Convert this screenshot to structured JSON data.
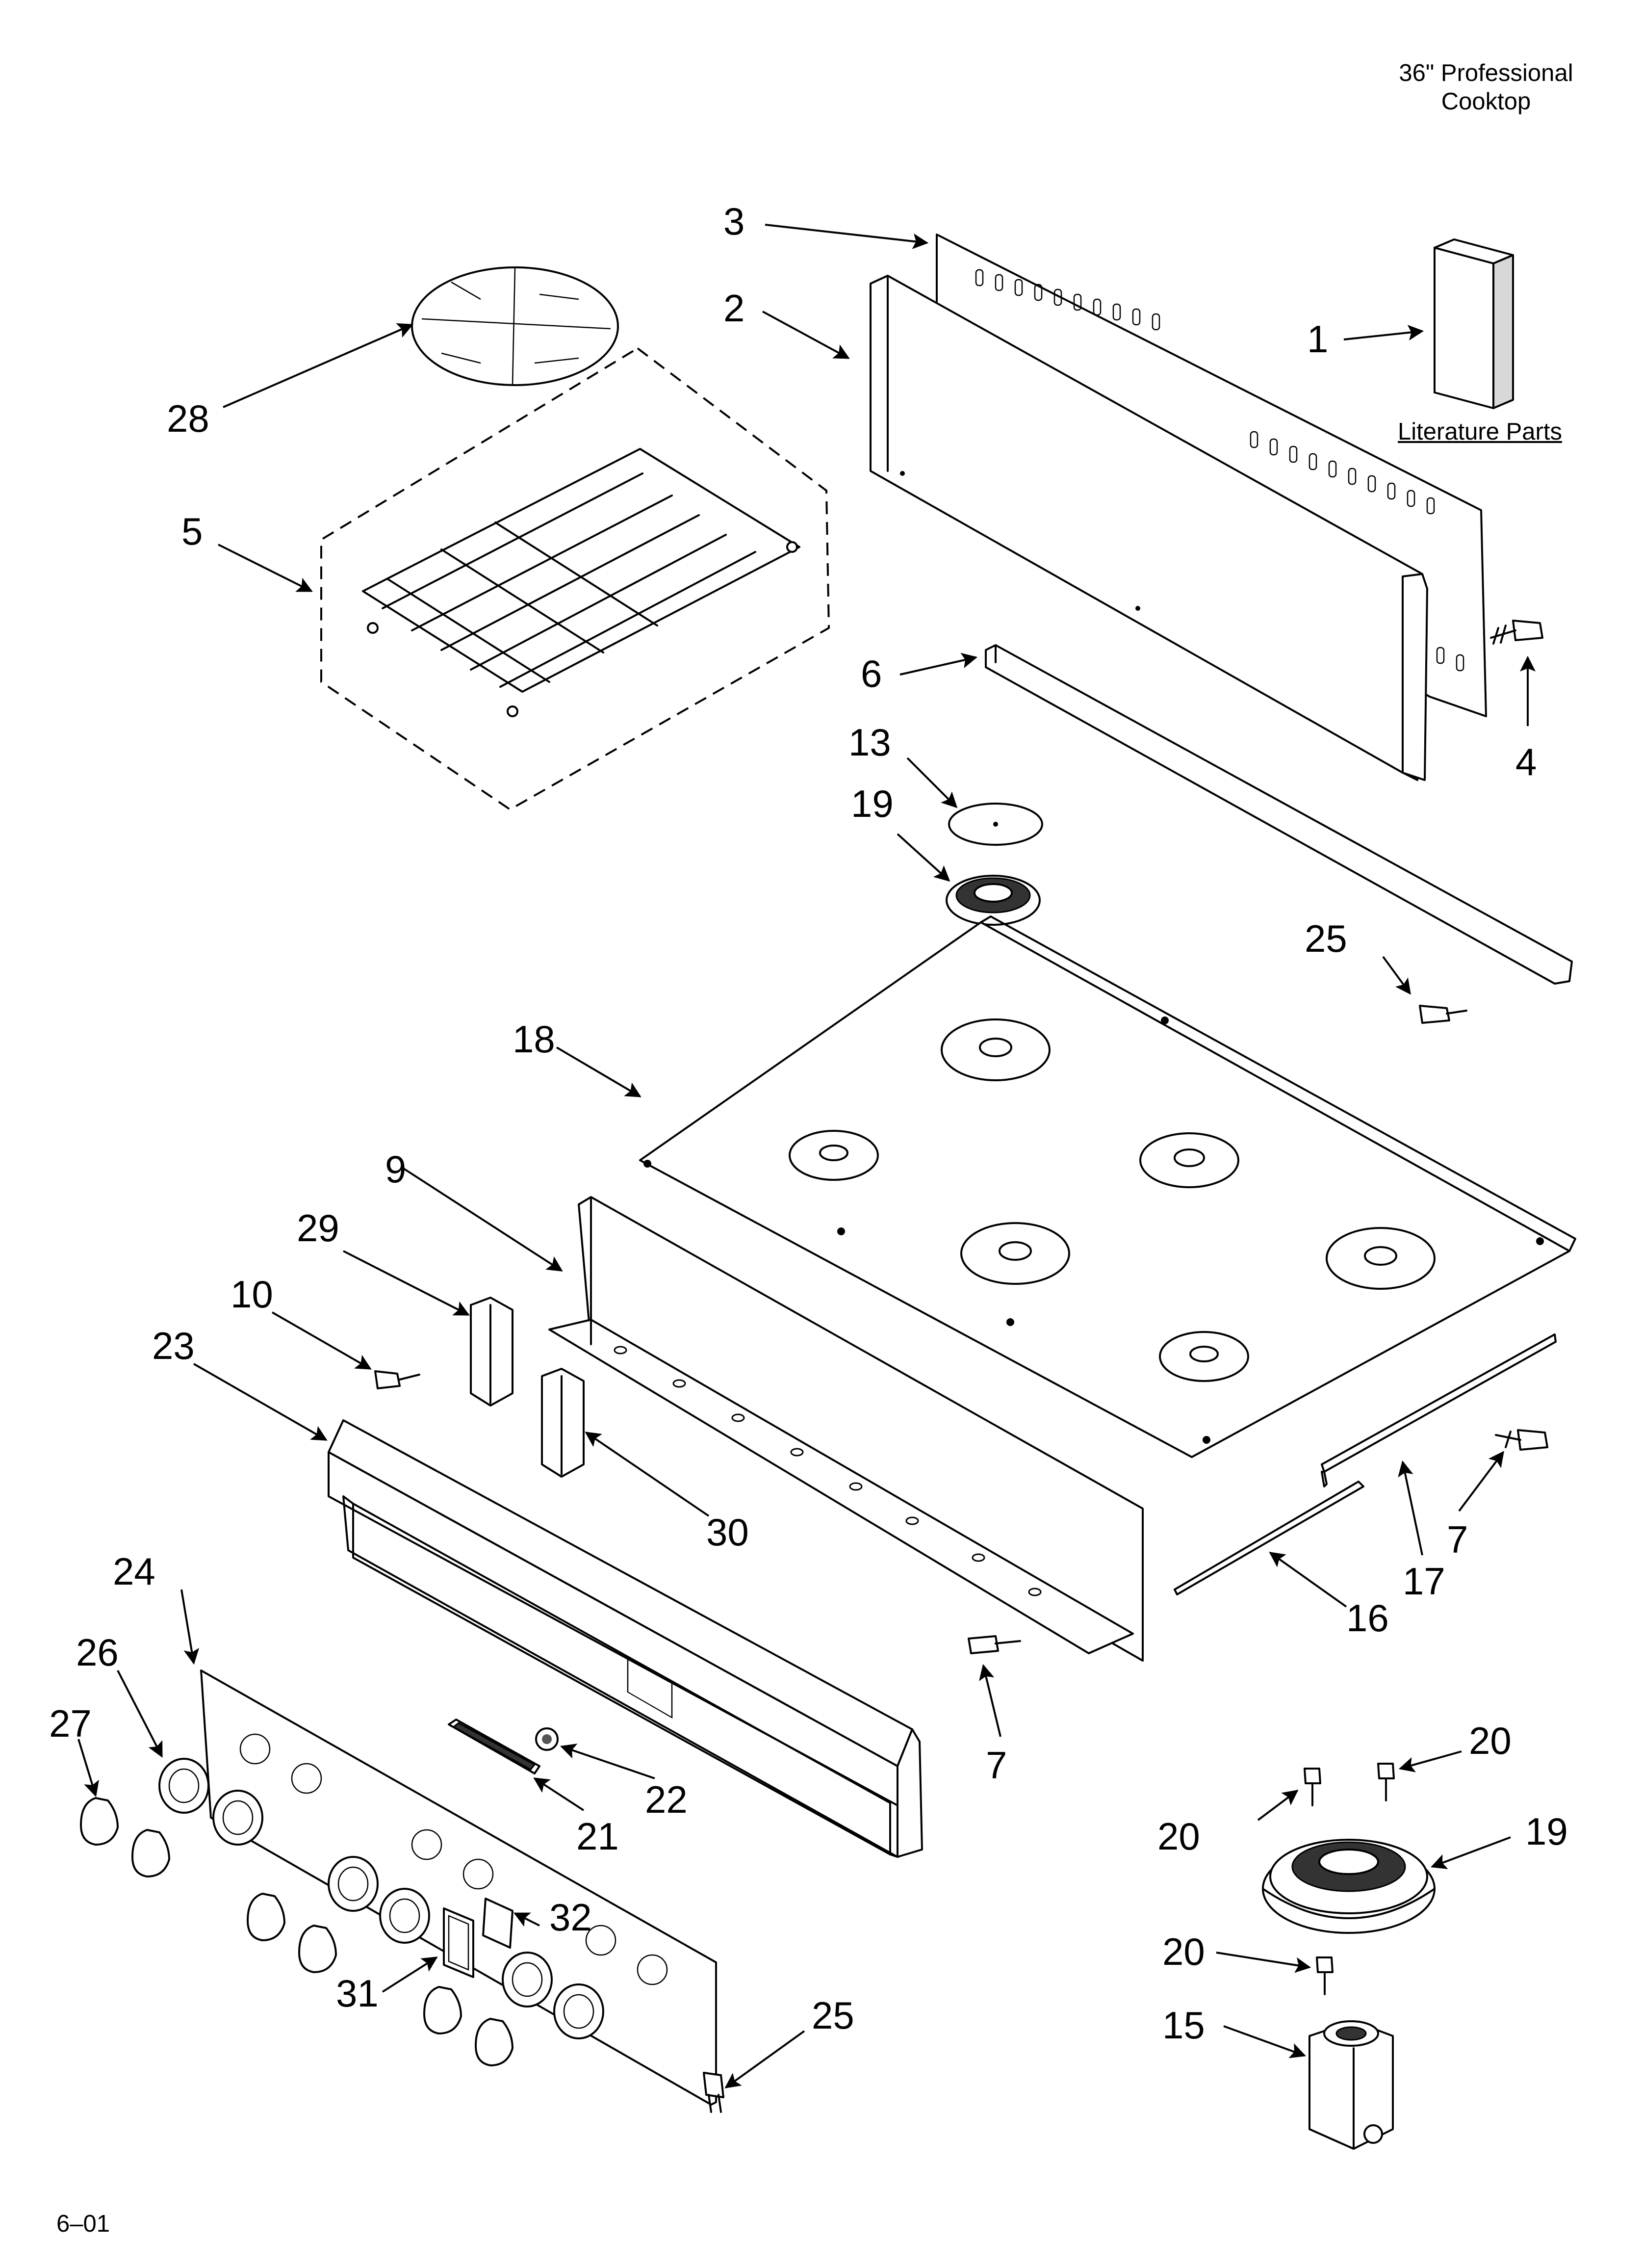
{
  "header": {
    "line1": "36\" Professional",
    "line2": "Cooktop"
  },
  "literature_label": "Literature Parts",
  "footer_code": "6–01",
  "callouts": {
    "c1": "1",
    "c2": "2",
    "c3": "3",
    "c4": "4",
    "c5": "5",
    "c6": "6",
    "c7a": "7",
    "c7b": "7",
    "c9": "9",
    "c10": "10",
    "c13": "13",
    "c15": "15",
    "c16": "16",
    "c17": "17",
    "c18": "18",
    "c19a": "19",
    "c19b": "19",
    "c20a": "20",
    "c20b": "20",
    "c20c": "20",
    "c21": "21",
    "c22": "22",
    "c23": "23",
    "c24": "24",
    "c25a": "25",
    "c25b": "25",
    "c26": "26",
    "c27": "27",
    "c28": "28",
    "c29": "29",
    "c30": "30",
    "c31": "31",
    "c32": "32"
  },
  "colors": {
    "line": "#000000",
    "background": "#ffffff",
    "fill_gray": "#d8d8d8"
  }
}
